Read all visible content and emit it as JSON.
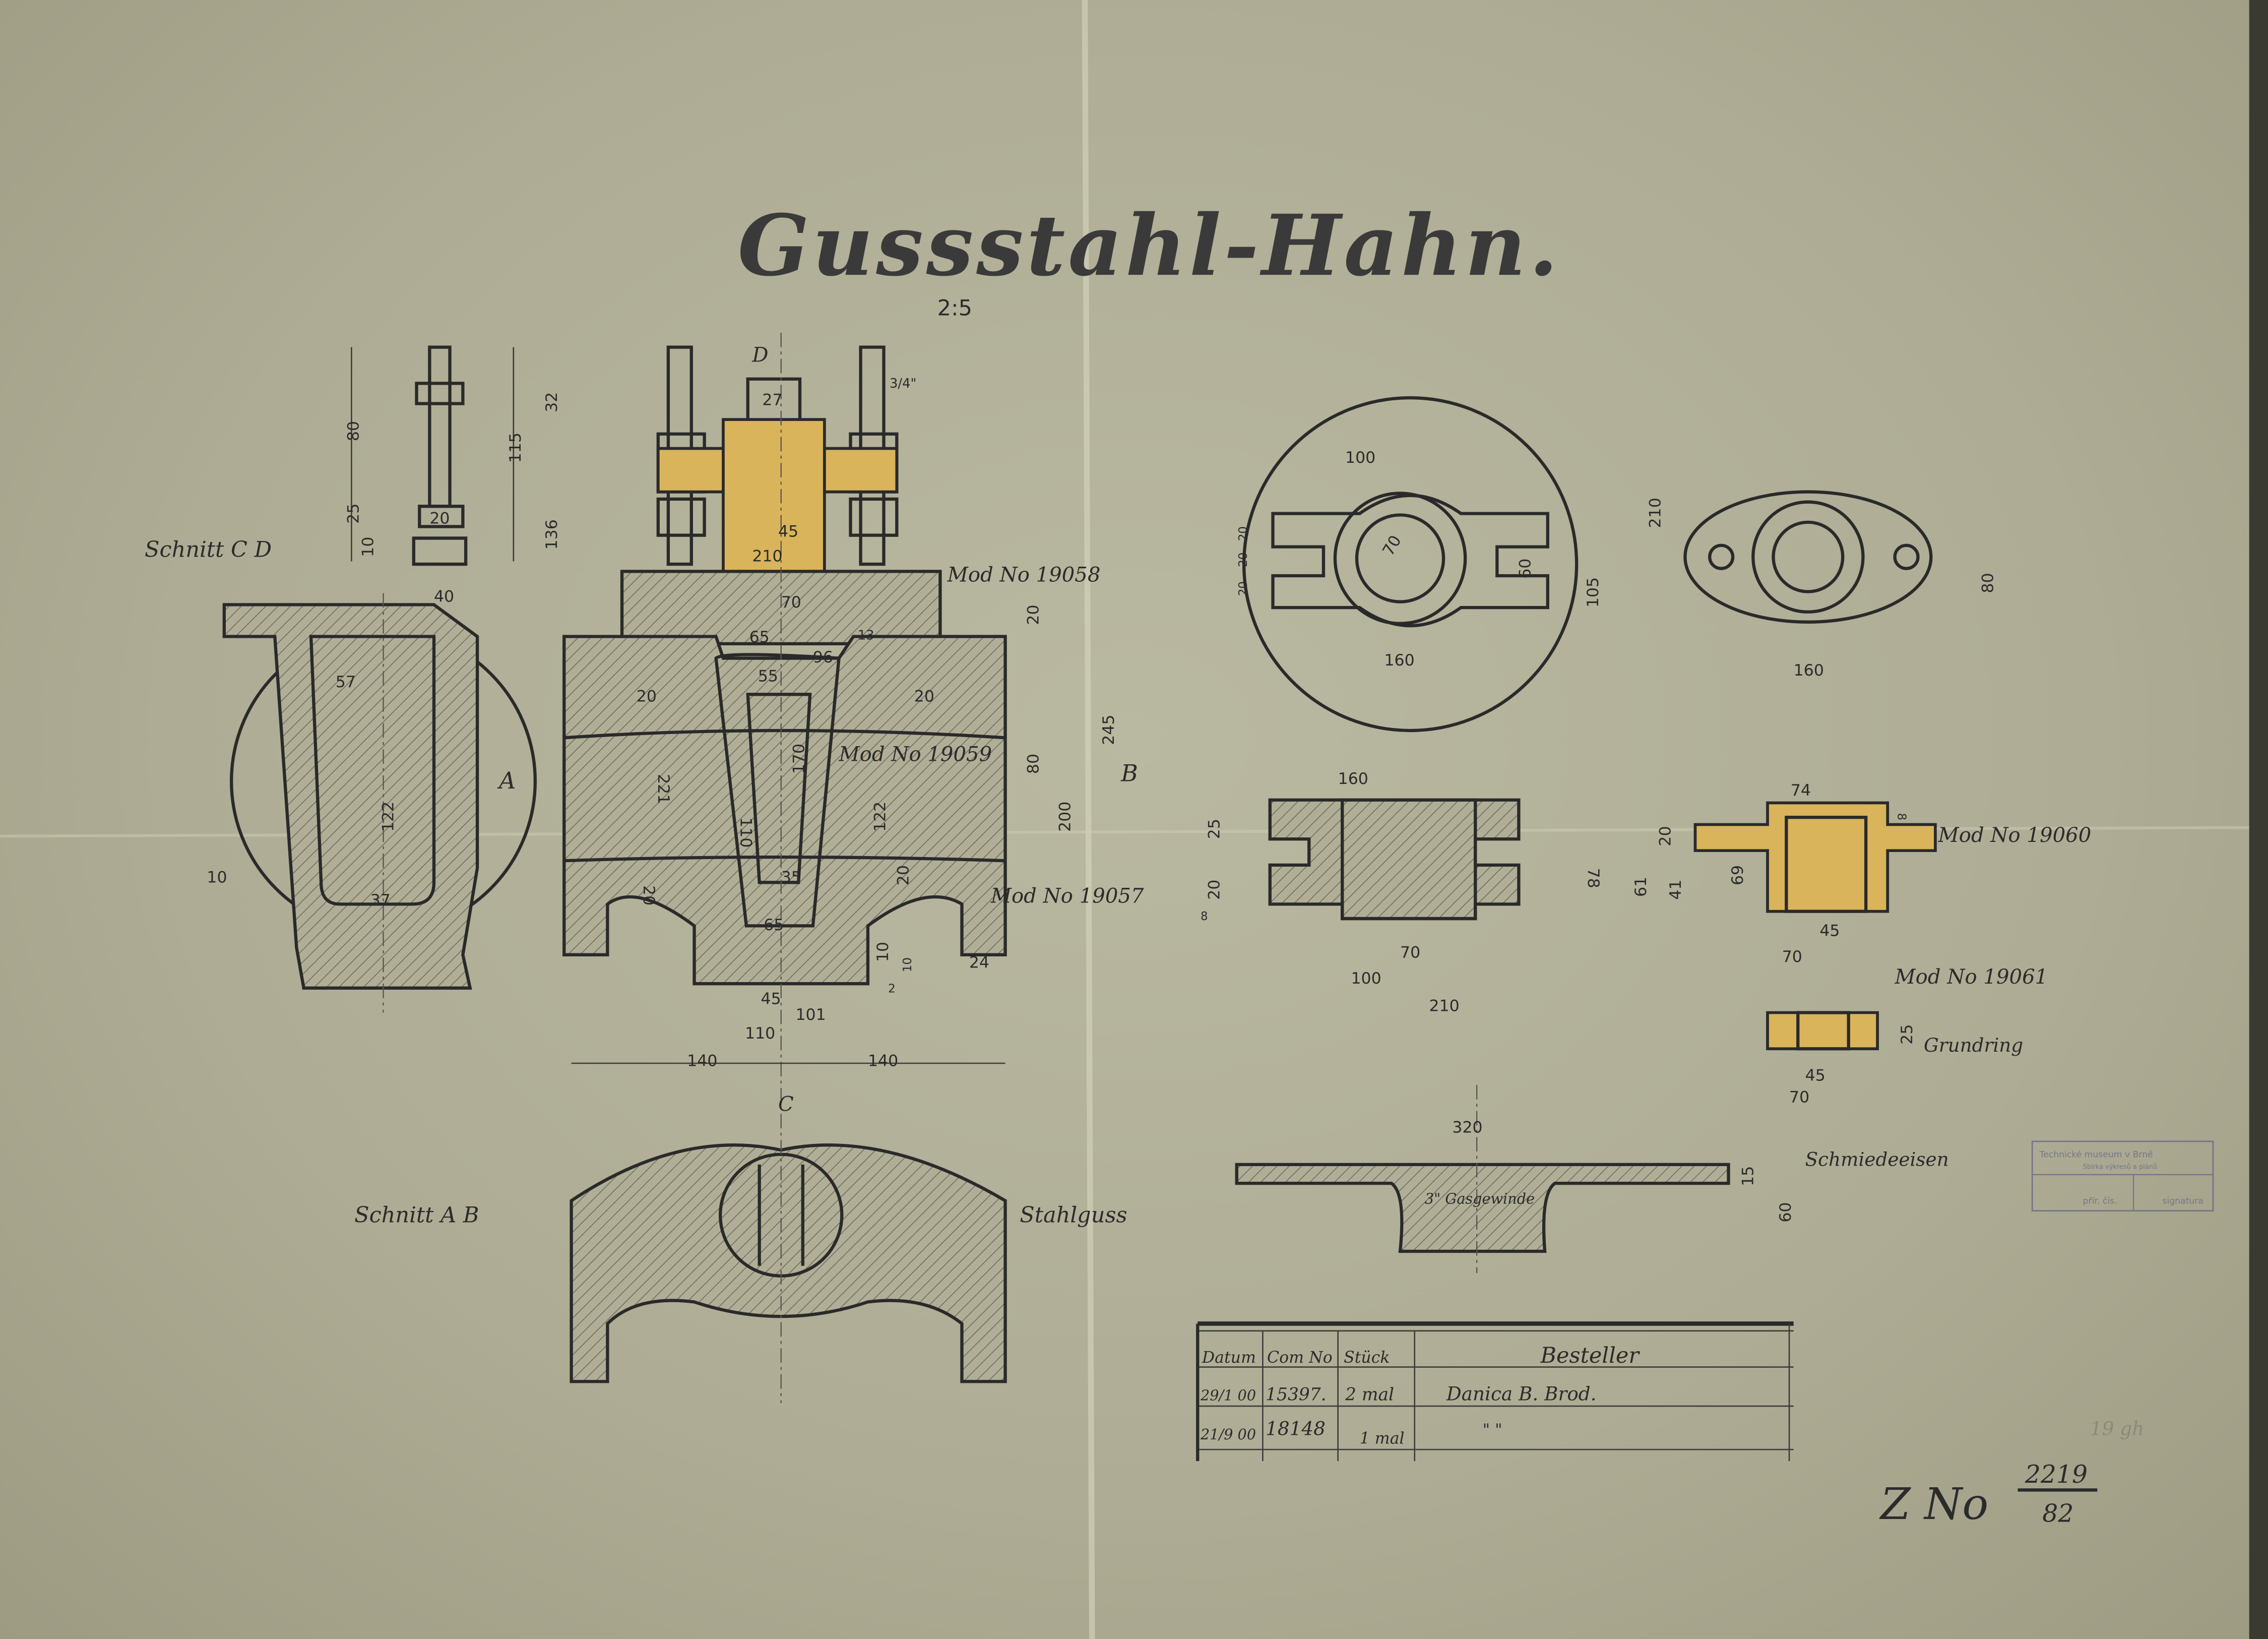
{
  "title": "Gussstahl-Hahn.",
  "scale": "2:5",
  "section_labels": {
    "cd": "Schnitt C D",
    "ab": "Schnitt A B",
    "a": "A",
    "b": "B",
    "c": "C",
    "d": "D"
  },
  "material_labels": {
    "stahlguss": "Stahlguss",
    "schmiedeeisen": "Schmiedeeisen",
    "grundring": "Grundring",
    "gasgewinde": "3\" Gasgewinde"
  },
  "models": {
    "m19058": "Mod No 19058",
    "m19059": "Mod No 19059",
    "m19057": "Mod No 19057",
    "m19060": "Mod No 19060",
    "m19061": "Mod No 19061"
  },
  "dimensions": {
    "bolt": [
      "80",
      "25",
      "10",
      "20",
      "40",
      "115"
    ],
    "body": [
      "32",
      "136",
      "27",
      "45",
      "210",
      "70",
      "65",
      "96",
      "55",
      "13",
      "3/4\"",
      "20",
      "20",
      "20",
      "221",
      "110",
      "170",
      "122",
      "35",
      "65",
      "20",
      "20",
      "80",
      "200",
      "245",
      "10",
      "10",
      "2",
      "24",
      "45",
      "101",
      "110",
      "140",
      "140"
    ],
    "cd": [
      "57",
      "122",
      "37",
      "10"
    ],
    "disc": [
      "100",
      "70",
      "60",
      "105",
      "160",
      "210",
      "20",
      "20",
      "20"
    ],
    "oval": [
      "80",
      "160"
    ],
    "flange": [
      "160",
      "25",
      "20",
      "8",
      "78",
      "70",
      "100",
      "210"
    ],
    "m19060": [
      "74",
      "8",
      "20",
      "61",
      "41",
      "69",
      "45",
      "70"
    ],
    "m19061": [
      "25",
      "45",
      "70"
    ],
    "plate": [
      "320",
      "15",
      "60"
    ]
  },
  "order_table": {
    "headers": [
      "Datum",
      "Com No",
      "Stück",
      "Besteller"
    ],
    "rows": [
      [
        "29/1 00",
        "15397.",
        "2 mal",
        "Danica B. Brod."
      ],
      [
        "21/9 00",
        "18148",
        "1 mal",
        "\"      \""
      ]
    ]
  },
  "stamp": {
    "line1": "Technické museum v Brně",
    "line2": "Sbírka výkresů a plánů",
    "line3": "přír. čís.",
    "line4": "signatura"
  },
  "drawing_number": {
    "prefix": "Z No",
    "number": "2219",
    "sub": "82"
  },
  "pencil_note": "19 gh"
}
